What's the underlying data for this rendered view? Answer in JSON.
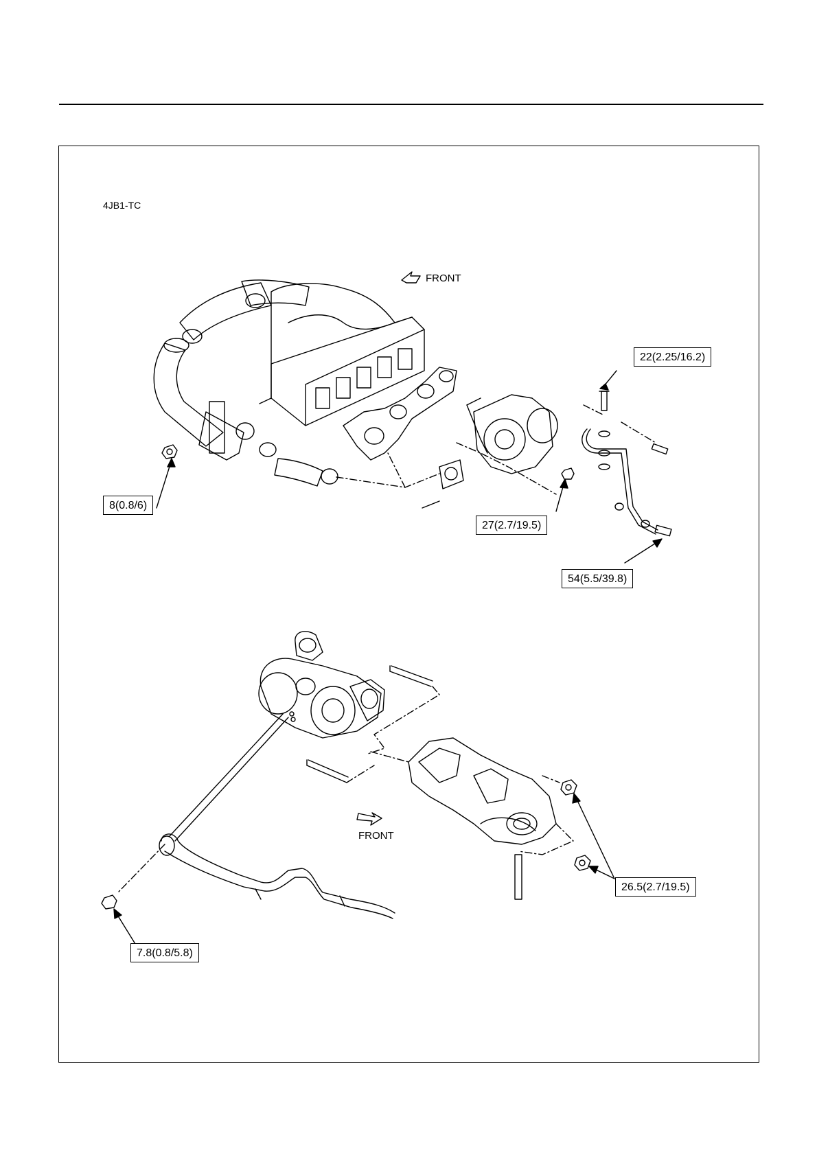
{
  "diagram": {
    "model": "4JB1-TC",
    "front_label_top": "FRONT",
    "front_label_bottom": "FRONT",
    "torque_callouts": {
      "clamp_nut": "8(0.8/6)",
      "oil_feed_bolt": "22(2.25/16.2)",
      "turbo_nut": "27(2.7/19.5)",
      "oil_pipe_bolt": "54(5.5/39.8)",
      "manifold_nuts": "26.5(2.7/19.5)",
      "return_pipe_bolt": "7.8(0.8/5.8)"
    }
  }
}
